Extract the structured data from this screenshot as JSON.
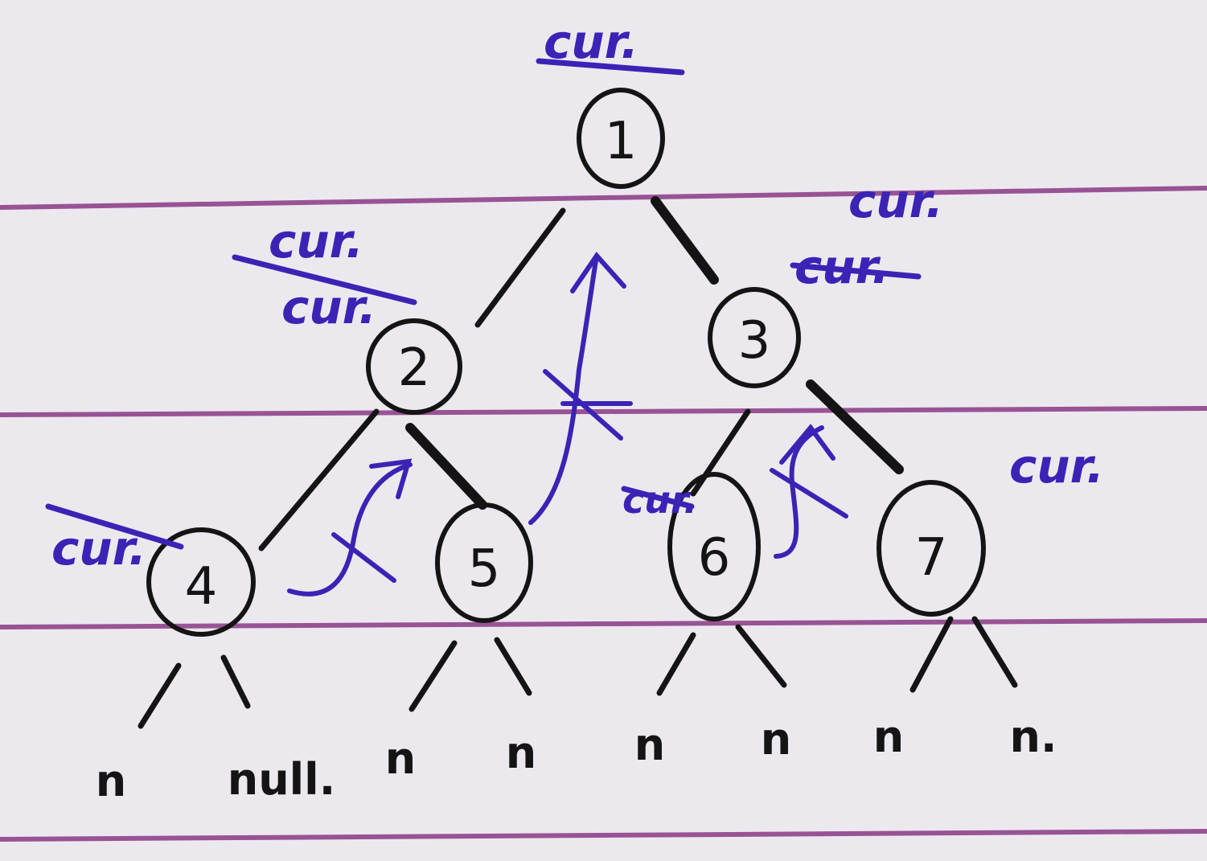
{
  "diagram": {
    "nodes": [
      {
        "id": "n1",
        "label": "1"
      },
      {
        "id": "n2",
        "label": "2"
      },
      {
        "id": "n3",
        "label": "3"
      },
      {
        "id": "n4",
        "label": "4"
      },
      {
        "id": "n5",
        "label": "5"
      },
      {
        "id": "n6",
        "label": "6"
      },
      {
        "id": "n7",
        "label": "7"
      }
    ],
    "leaves": [
      {
        "id": "l4a",
        "label": "n"
      },
      {
        "id": "l4b",
        "label": "null."
      },
      {
        "id": "l5a",
        "label": "n"
      },
      {
        "id": "l5b",
        "label": "n"
      },
      {
        "id": "l6a",
        "label": "n"
      },
      {
        "id": "l6b",
        "label": "n"
      },
      {
        "id": "l7a",
        "label": "n"
      },
      {
        "id": "l7b",
        "label": "n."
      }
    ],
    "annotations": [
      {
        "id": "a-root",
        "text": "cur.",
        "struck": true
      },
      {
        "id": "a-n2-top",
        "text": "cur.",
        "struck": false
      },
      {
        "id": "a-n2-bottom",
        "text": "cur.",
        "struck": true
      },
      {
        "id": "a-n3-top",
        "text": "cur.",
        "struck": false
      },
      {
        "id": "a-n3-bottom",
        "text": "cur.",
        "struck": true
      },
      {
        "id": "a-n4",
        "text": "cur.",
        "struck": true
      },
      {
        "id": "a-n6",
        "text": "cur.",
        "struck": true
      },
      {
        "id": "a-n7",
        "text": "cur.",
        "struck": false
      }
    ]
  },
  "colors": {
    "paper": "#ece9ee",
    "rule": "#8a3a86",
    "ink_black": "#141414",
    "ink_blue": "#3b23b5"
  }
}
